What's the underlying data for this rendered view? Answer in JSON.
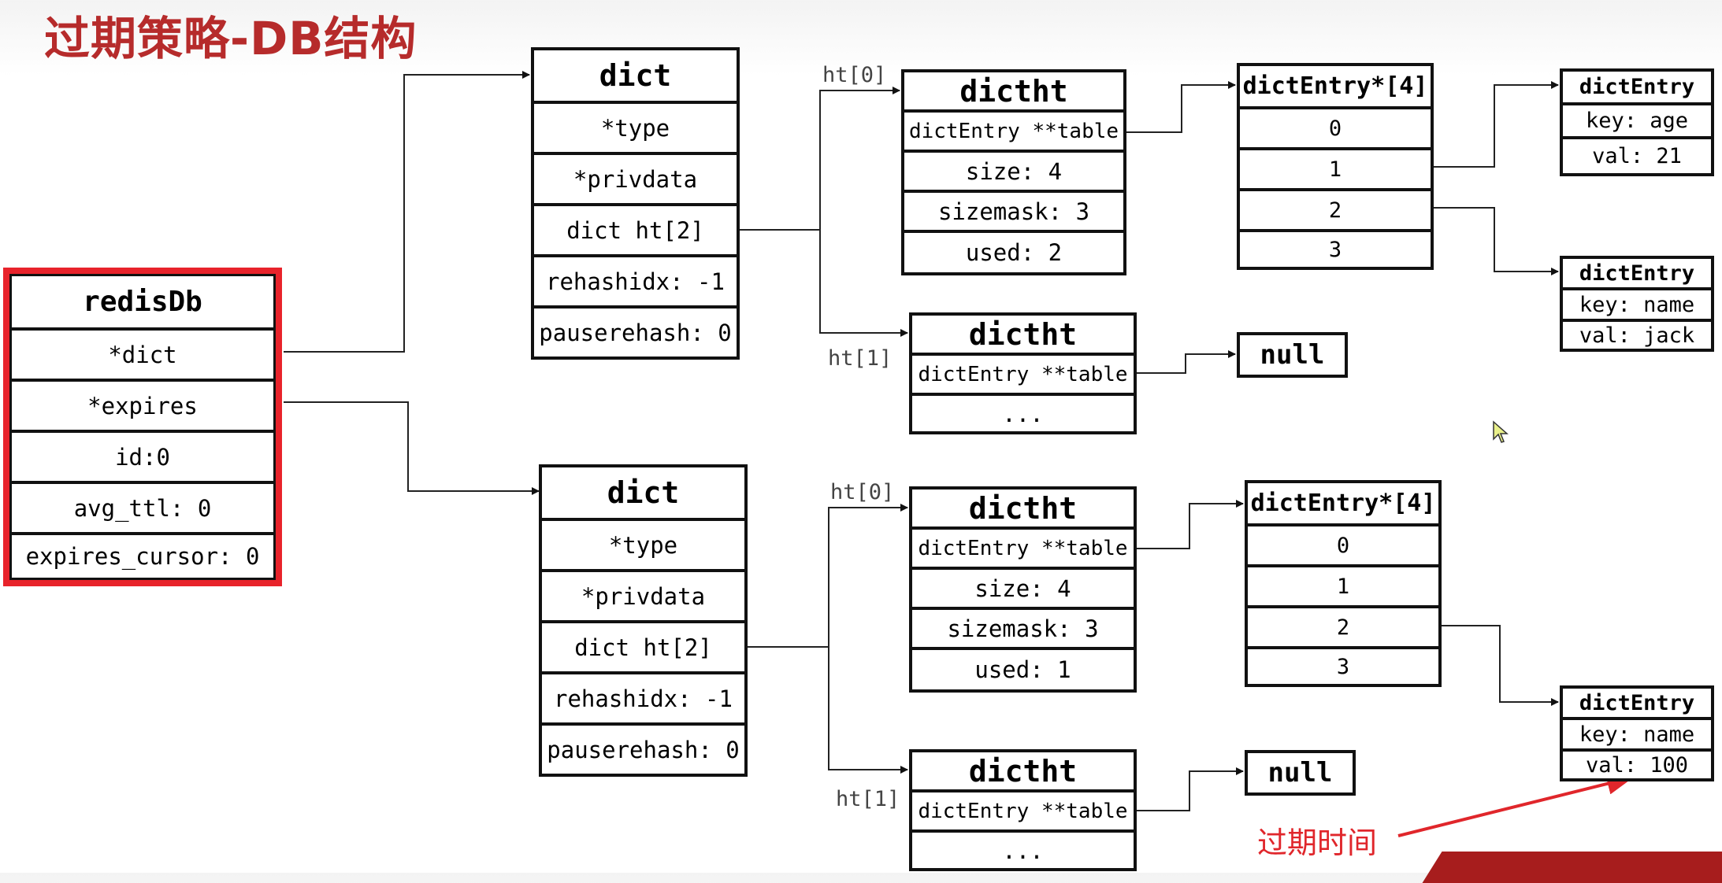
{
  "title": "过期策略-DB结构",
  "redisDb": {
    "header": "redisDb",
    "fields": [
      "*dict",
      "*expires",
      "id:0",
      "avg_ttl: 0",
      "expires_cursor: 0"
    ],
    "highlight_color": "#e8232b"
  },
  "dict_top": {
    "header": "dict",
    "fields": [
      "*type",
      "*privdata",
      "dict ht[2]",
      "rehashidx: -1",
      "pauserehash: 0"
    ]
  },
  "dict_bottom": {
    "header": "dict",
    "fields": [
      "*type",
      "*privdata",
      "dict ht[2]",
      "rehashidx: -1",
      "pauserehash: 0"
    ]
  },
  "labels": {
    "ht0": "ht[0]",
    "ht1": "ht[1]"
  },
  "dictht_top0": {
    "header": "dictht",
    "fields": [
      "dictEntry **table",
      "size: 4",
      "sizemask: 3",
      "used: 2"
    ]
  },
  "dictht_top1": {
    "header": "dictht",
    "fields": [
      "dictEntry **table",
      "..."
    ]
  },
  "dictht_bot0": {
    "header": "dictht",
    "fields": [
      "dictEntry **table",
      "size: 4",
      "sizemask: 3",
      "used: 1"
    ]
  },
  "dictht_bot1": {
    "header": "dictht",
    "fields": [
      "dictEntry **table",
      "..."
    ]
  },
  "entries_top": {
    "header": "dictEntry*[4]",
    "fields": [
      "0",
      "1",
      "2",
      "3"
    ]
  },
  "entries_bot": {
    "header": "dictEntry*[4]",
    "fields": [
      "0",
      "1",
      "2",
      "3"
    ]
  },
  "null_label": "null",
  "entry_age": {
    "header": "dictEntry",
    "fields": [
      "key: age",
      "val: 21"
    ]
  },
  "entry_name_top": {
    "header": "dictEntry",
    "fields": [
      "key: name",
      "val: jack"
    ]
  },
  "entry_name_bot": {
    "header": "dictEntry",
    "fields": [
      "key: name",
      "val: 100"
    ]
  },
  "annotation": {
    "text": "过期时间",
    "color": "#e0262b"
  }
}
